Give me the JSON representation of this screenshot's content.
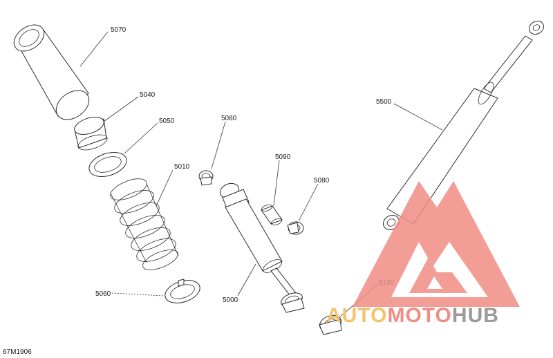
{
  "figure_code": "67M1906",
  "callouts": {
    "c5070": "5070",
    "c5040": "5040",
    "c5050": "5050",
    "c5010": "5010",
    "c5060": "5060",
    "c5080a": "5080",
    "c5090": "5090",
    "c5080b": "5080",
    "c5000": "5000",
    "c5500": "5500",
    "c5100": "5100"
  },
  "watermark": {
    "word_part1": "AUTO",
    "word_part2": "MOTO",
    "word_part3": "HUB",
    "color_part1": "#f5c26b",
    "color_part2": "#f08c84",
    "color_part3": "#9a9a9a",
    "logo_color": "#f08c84",
    "logo_icon": "triangle-logo-icon"
  }
}
